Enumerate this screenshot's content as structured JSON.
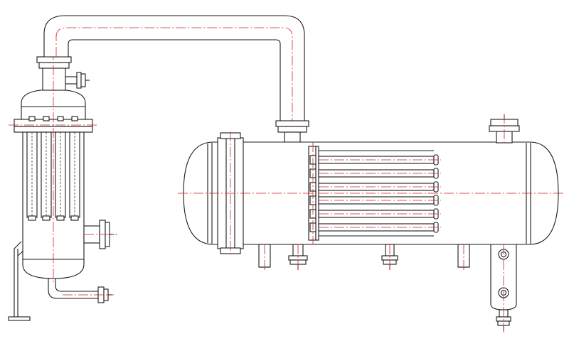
{
  "colors": {
    "background": "#ffffff",
    "outline": "#1a1a1a",
    "centerline": "#d42020"
  },
  "components": [
    "vertical-separator-vessel",
    "vapor-transfer-pipe",
    "horizontal-shell-and-tube-heat-exchanger",
    "tube-bundle",
    "condensate-drain-pot"
  ],
  "counts": {
    "separator_filter_elements": 4,
    "exchanger_tubes": 6
  }
}
